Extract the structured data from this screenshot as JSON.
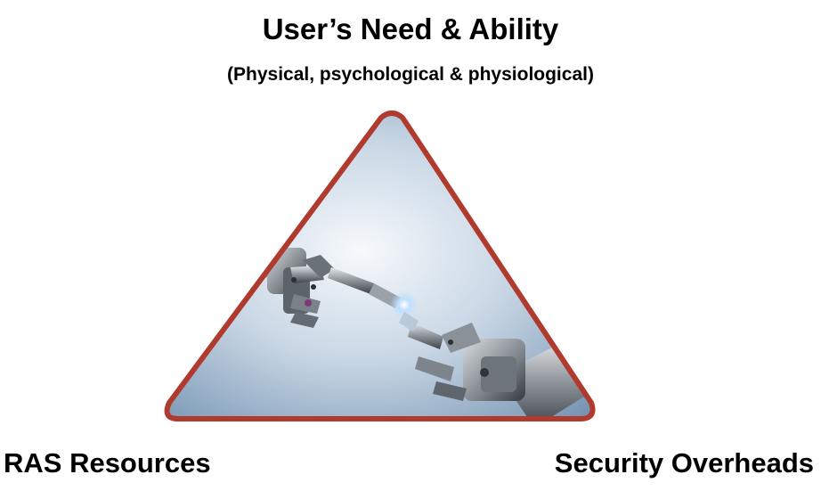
{
  "diagram": {
    "title": "User’s Need & Ability",
    "subtitle": "(Physical, psychological & physiological)",
    "corners": {
      "left": "RAS Resources",
      "right": "Security Overheads"
    },
    "triangle": {
      "stroke_color": "#b03a2e",
      "fill_top_color": "#e8eef5",
      "fill_bottom_color": "#7f9dba"
    },
    "image_subject": "robot-hands-reaching"
  }
}
